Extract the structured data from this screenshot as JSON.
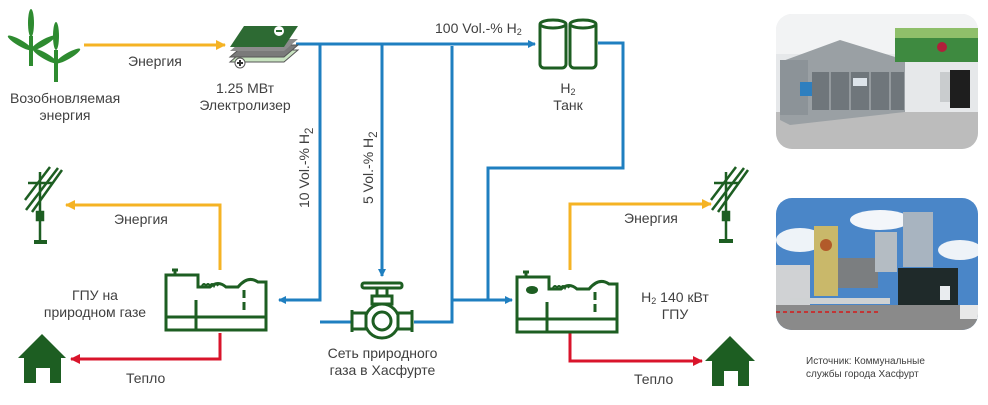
{
  "colors": {
    "pipe": "#1f7fc0",
    "energy": "#f5b324",
    "heat": "#d9142b",
    "icon_green": "#1d5e22",
    "turbine_green": "#2e8b30",
    "text": "#404040"
  },
  "nodes": {
    "renewable": {
      "line1": "Возобновляемая",
      "line2": "энергия",
      "icon": "wind-turbine-icon"
    },
    "electrolyzer": {
      "line1": "1.25 МВт",
      "line2": "Электролизер",
      "icon": "electrolyzer-stack-icon"
    },
    "tank": {
      "line1_main": "H",
      "line1_sub": "2",
      "line2": "Танк",
      "icon": "hydrogen-tank-icon"
    },
    "gas_grid": {
      "line1": "Сеть природного",
      "line2": "газа в Хасфурте",
      "icon": "valve-icon"
    },
    "chp_natural_gas": {
      "line1": "ГПУ на",
      "line2": "природном газе",
      "icon": "generator-icon"
    },
    "chp_h2": {
      "line1_main": "H",
      "line1_sub": "2",
      "line1_rest": " 140 кВт",
      "line2": "ГПУ",
      "icon": "generator-icon"
    },
    "grid_left": {
      "icon": "power-pole-icon"
    },
    "grid_right": {
      "icon": "power-pole-icon"
    },
    "house_left": {
      "icon": "house-icon"
    },
    "house_right": {
      "icon": "house-icon"
    }
  },
  "flows": {
    "energy_top": "Энергия",
    "energy_left": "Энергия",
    "energy_right": "Энергия",
    "heat_left": "Тепло",
    "heat_right": "Тепло",
    "h2_100": {
      "main": "100 Vol.-% H",
      "sub": "2"
    },
    "h2_10": {
      "main": "10 Vol.-% H",
      "sub": "2"
    },
    "h2_5": {
      "main": "5 Vol.-% H",
      "sub": "2"
    }
  },
  "photos": {
    "top": "electrolyzer-hall-photo",
    "bottom": "chp-plant-photo"
  },
  "source": {
    "line1": "Источник: Коммунальные",
    "line2": "службы города Хасфурт"
  }
}
